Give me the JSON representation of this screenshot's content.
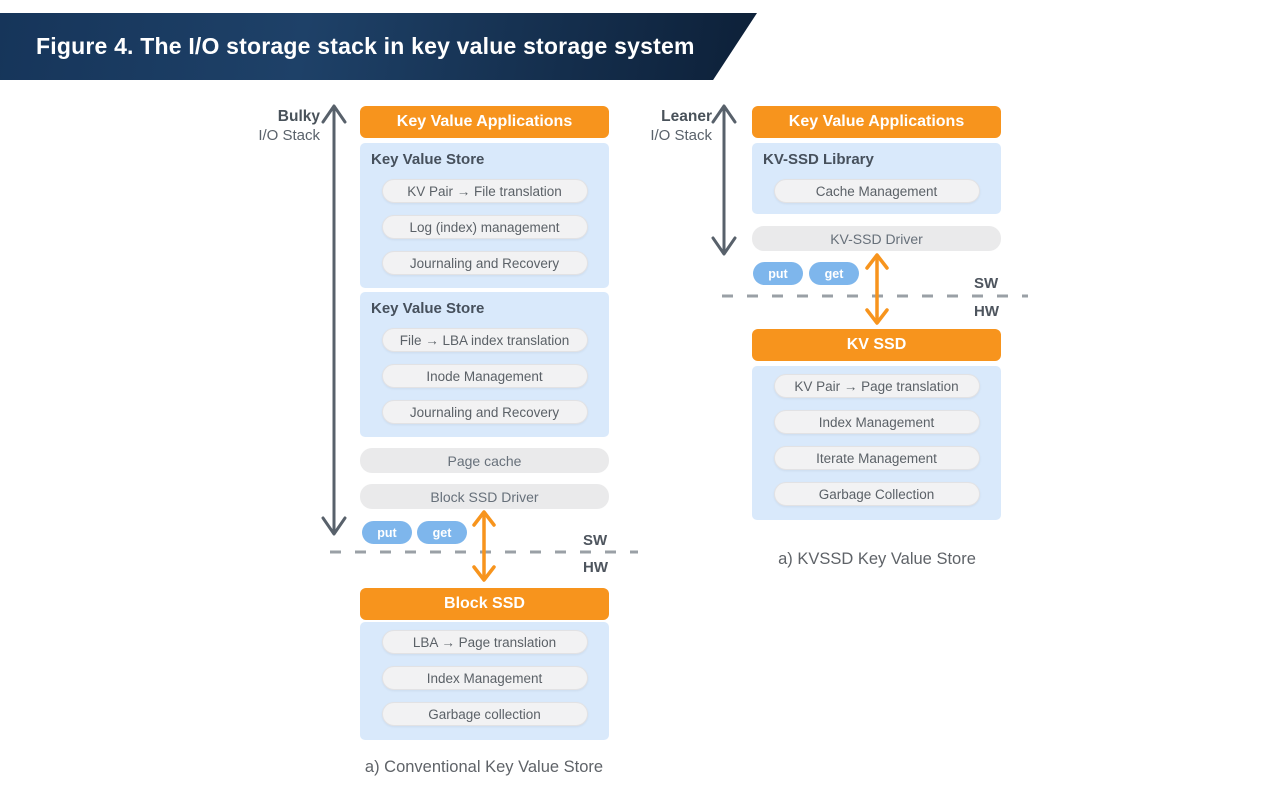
{
  "banner": {
    "title": "Figure 4. The I/O storage stack in key value storage system"
  },
  "colors": {
    "banner_navy": "#122C4F",
    "accent_orange": "#F7941D",
    "panel_blue": "#D9E9FB",
    "pill_gray": "#F2F2F3",
    "bar_gray": "#EAEAEB",
    "put_get_blue": "#7EB6EC",
    "dash_gray": "#9AA0A6",
    "arrow_gray": "#58616B"
  },
  "left_stack": {
    "side_label": {
      "line1": "Bulky",
      "line2": "I/O Stack"
    },
    "app_header": "Key Value Applications",
    "kv_store_1": {
      "title": "Key Value Store",
      "items": [
        "KV Pair → File translation",
        "Log (index) management",
        "Journaling and Recovery"
      ]
    },
    "kv_store_2": {
      "title": "Key Value Store",
      "items": [
        "File → LBA index translation",
        "Inode Management",
        "Journaling and Recovery"
      ]
    },
    "page_cache_bar": "Page cache",
    "driver_bar": "Block SSD Driver",
    "put_label": "put",
    "get_label": "get",
    "sw_label": "SW",
    "hw_label": "HW",
    "device_header": "Block SSD",
    "device_panel": {
      "items": [
        "LBA → Page translation",
        "Index Management",
        "Garbage collection"
      ]
    },
    "caption": "a) Conventional Key Value Store"
  },
  "right_stack": {
    "side_label": {
      "line1": "Leaner",
      "line2": "I/O Stack"
    },
    "app_header": "Key Value Applications",
    "library_panel": {
      "title": "KV-SSD Library",
      "items": [
        "Cache Management"
      ]
    },
    "driver_bar": "KV-SSD Driver",
    "put_label": "put",
    "get_label": "get",
    "sw_label": "SW",
    "hw_label": "HW",
    "device_header": "KV SSD",
    "device_panel": {
      "items": [
        "KV Pair → Page translation",
        "Index Management",
        "Iterate Management",
        "Garbage Collection"
      ]
    },
    "caption": "a) KVSSD Key Value Store"
  }
}
